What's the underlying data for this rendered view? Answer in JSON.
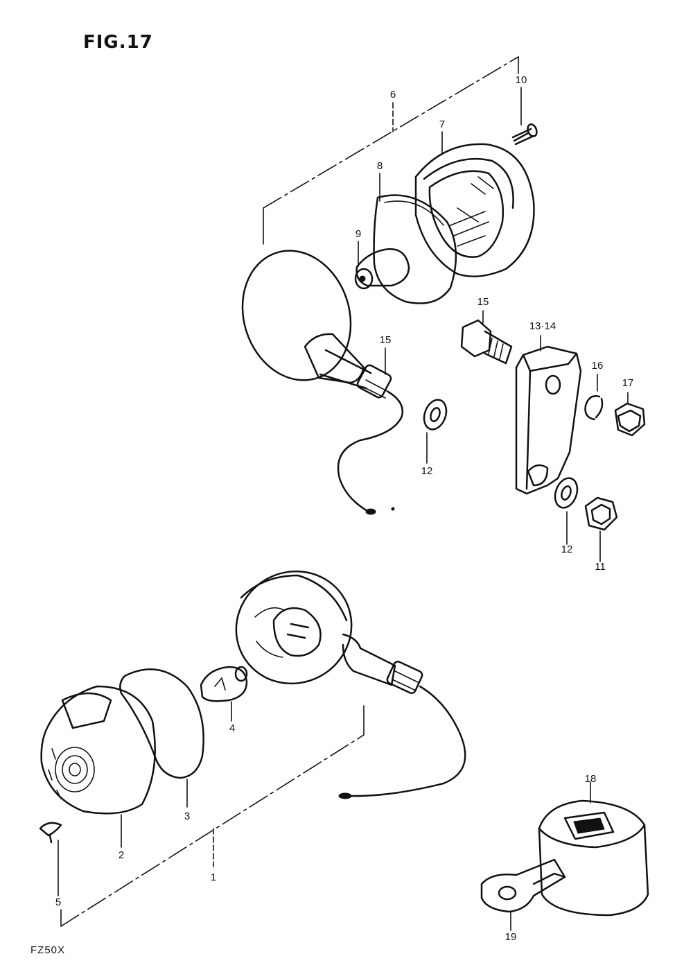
{
  "figure": {
    "title": "FIG.17",
    "model": "FZ50X"
  },
  "callouts": [
    {
      "id": "c1",
      "text": "1"
    },
    {
      "id": "c2",
      "text": "2"
    },
    {
      "id": "c3",
      "text": "3"
    },
    {
      "id": "c4",
      "text": "4"
    },
    {
      "id": "c5",
      "text": "5"
    },
    {
      "id": "c6",
      "text": "6"
    },
    {
      "id": "c7",
      "text": "7"
    },
    {
      "id": "c8",
      "text": "8"
    },
    {
      "id": "c9",
      "text": "9"
    },
    {
      "id": "c10",
      "text": "10"
    },
    {
      "id": "c11",
      "text": "11"
    },
    {
      "id": "c12a",
      "text": "12"
    },
    {
      "id": "c12b",
      "text": "12"
    },
    {
      "id": "c1314",
      "text": "13·14"
    },
    {
      "id": "c15a",
      "text": "15"
    },
    {
      "id": "c15b",
      "text": "15"
    },
    {
      "id": "c16",
      "text": "16"
    },
    {
      "id": "c17",
      "text": "17"
    },
    {
      "id": "c18",
      "text": "18"
    },
    {
      "id": "c19",
      "text": "19"
    }
  ]
}
